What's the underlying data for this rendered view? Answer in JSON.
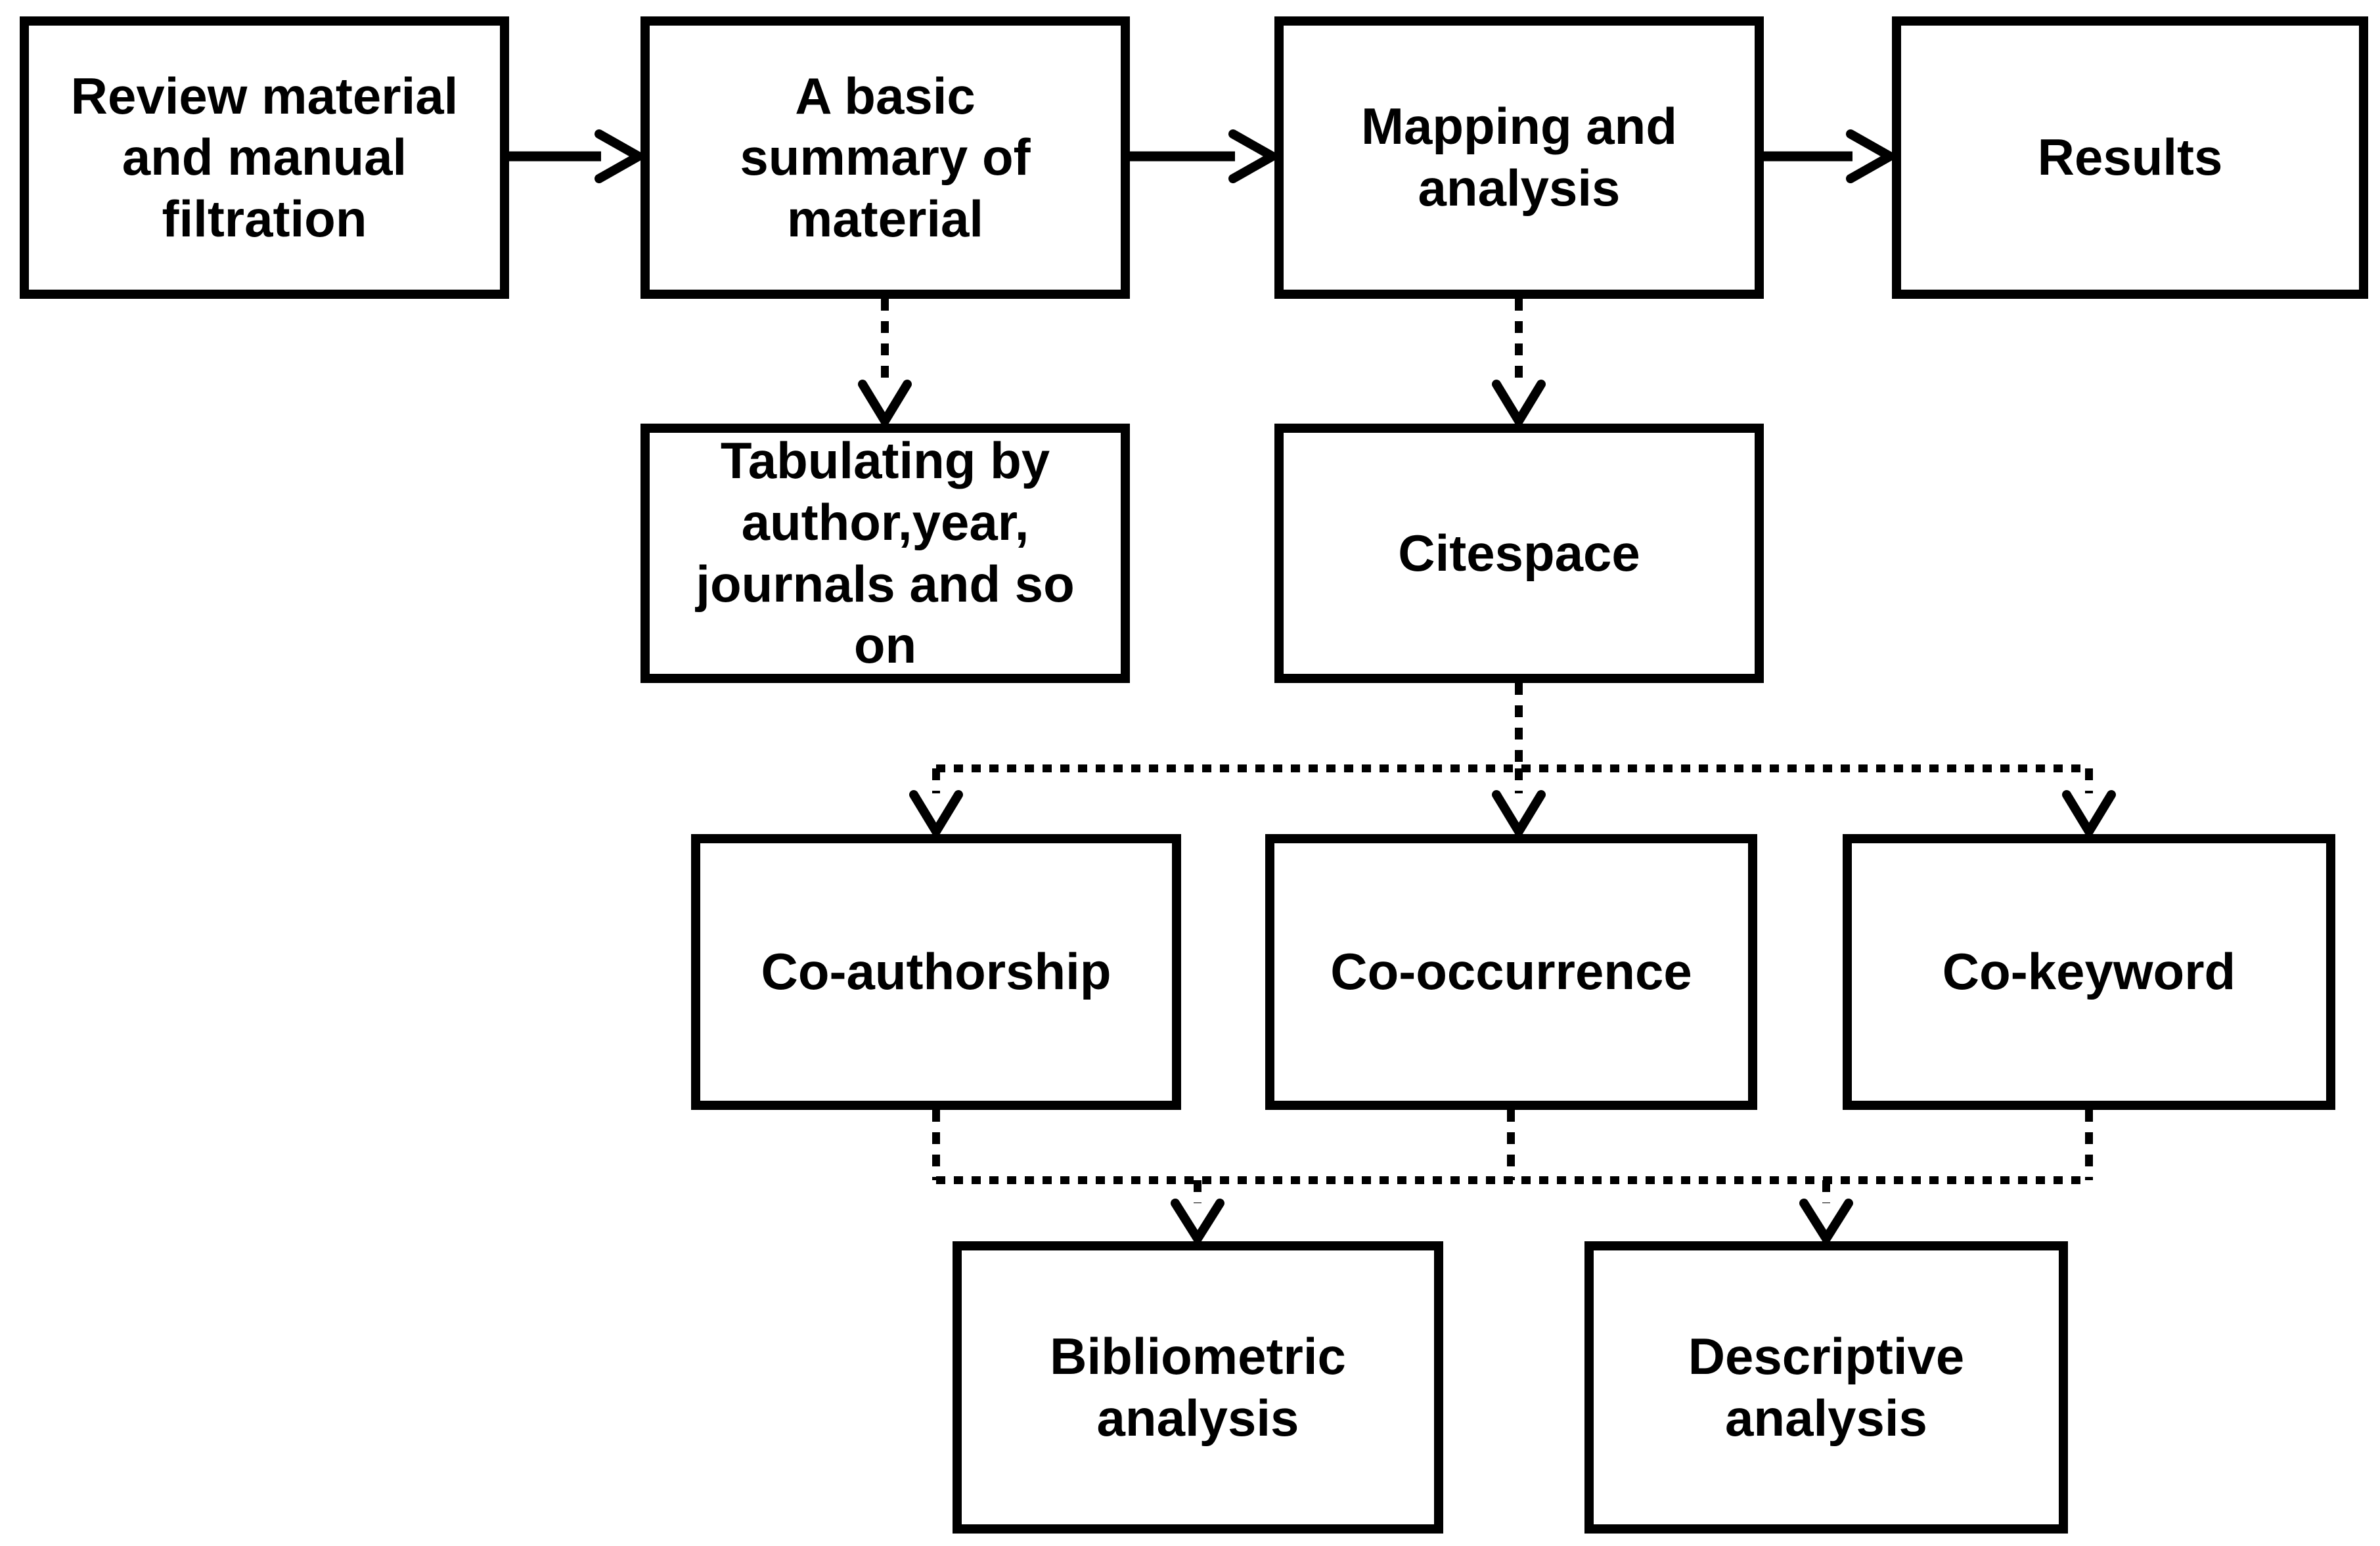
{
  "flowchart": {
    "background_color": "#ffffff",
    "stroke_color": "#000000",
    "nodes": {
      "review": {
        "label": "Review material\nand manual\nfiltration"
      },
      "summary": {
        "label": "A basic\nsummary of\nmaterial"
      },
      "mapping": {
        "label": "Mapping and\nanalysis"
      },
      "results": {
        "label": "Results"
      },
      "tabulating": {
        "label": "Tabulating by\nauthor,year,\njournals and so\non"
      },
      "citespace": {
        "label": "Citespace"
      },
      "coauthorship": {
        "label": "Co-authorship"
      },
      "cooccurrence": {
        "label": "Co-occurrence"
      },
      "cokeyword": {
        "label": "Co-keyword"
      },
      "bibliometric": {
        "label": "Bibliometric\nanalysis"
      },
      "descriptive": {
        "label": "Descriptive\nanalysis"
      }
    },
    "edges": [
      {
        "from": "review",
        "to": "summary",
        "style": "solid-arrow"
      },
      {
        "from": "summary",
        "to": "mapping",
        "style": "solid-arrow"
      },
      {
        "from": "mapping",
        "to": "results",
        "style": "solid-arrow"
      },
      {
        "from": "summary",
        "to": "tabulating",
        "style": "dotted-arrow"
      },
      {
        "from": "mapping",
        "to": "citespace",
        "style": "dotted-arrow"
      },
      {
        "from": "citespace",
        "to": "coauthorship",
        "style": "dotted-arrow"
      },
      {
        "from": "citespace",
        "to": "cooccurrence",
        "style": "dotted-arrow"
      },
      {
        "from": "citespace",
        "to": "cokeyword",
        "style": "dotted-arrow"
      },
      {
        "from": "coauthorship",
        "to": "bibliometric",
        "style": "dotted-arrow"
      },
      {
        "from": "coauthorship",
        "to": "descriptive",
        "style": "dotted-arrow"
      },
      {
        "from": "cooccurrence",
        "to": "bibliometric",
        "style": "dotted-arrow"
      },
      {
        "from": "cooccurrence",
        "to": "descriptive",
        "style": "dotted-arrow"
      },
      {
        "from": "cokeyword",
        "to": "bibliometric",
        "style": "dotted-arrow"
      },
      {
        "from": "cokeyword",
        "to": "descriptive",
        "style": "dotted-arrow"
      }
    ]
  }
}
